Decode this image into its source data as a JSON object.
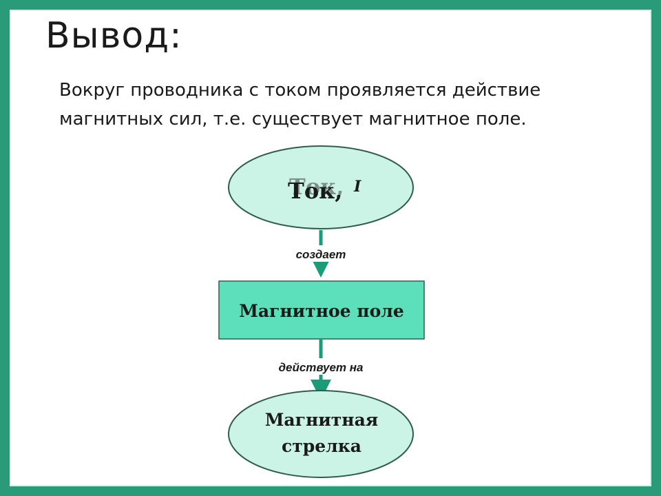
{
  "slide": {
    "title": "Вывод:",
    "text": "Вокруг проводника с током проявляется действие магнитных сил, т.е. существует магнитное поле."
  },
  "diagram": {
    "nodes": {
      "current": {
        "label": "Ток,",
        "symbol": "I"
      },
      "field": {
        "label": "Магнитное поле"
      },
      "needle": {
        "line1": "Магнитная",
        "line2": "стрелка"
      }
    },
    "edges": {
      "creates": "создает",
      "acts_on": "действует на"
    }
  },
  "colors": {
    "frame": "#2a9b78",
    "ellipse_fill": "#ccf4e6",
    "box_fill": "#5ce0bc",
    "arrow": "#1a9c78",
    "outline": "#2f5c4c"
  }
}
